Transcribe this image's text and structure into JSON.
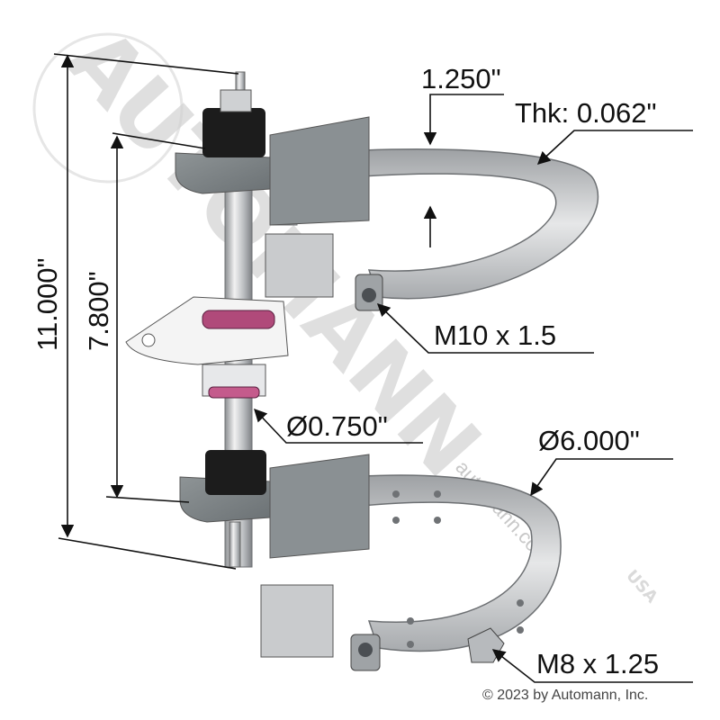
{
  "diagram": {
    "dimensions": {
      "overall_height": "11.000\"",
      "bracket_spacing": "7.800\"",
      "band_width": "1.250\"",
      "band_thickness": "Thk: 0.062\"",
      "upper_bolt": "M10 x 1.5",
      "shaft_diameter": "Ø0.750\"",
      "clamp_diameter": "Ø6.000\"",
      "lower_bolt": "M8 x 1.25"
    },
    "watermark": {
      "brand": "AUTOMANN",
      "url": "automann.com",
      "badge": "USA"
    },
    "copyright": "© 2023 by Automann, Inc."
  }
}
